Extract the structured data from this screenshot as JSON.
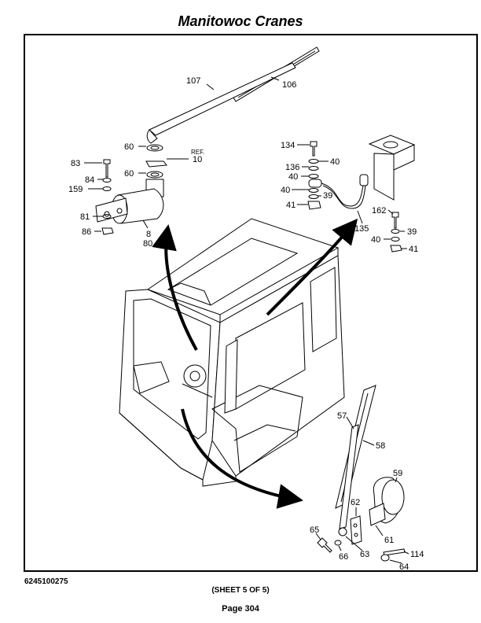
{
  "header": {
    "title": "Manitowoc Cranes"
  },
  "footer": {
    "document_number": "6245100275",
    "sheet_label": "(SHEET 5 OF 5)",
    "page_label": "Page 304"
  },
  "callouts": {
    "c107": "107",
    "c106": "106",
    "c60a": "60",
    "c60b": "60",
    "cref": "REF.",
    "c10": "10",
    "c83": "83",
    "c84": "84",
    "c159": "159",
    "c81": "81",
    "c86": "86",
    "c8": "8",
    "c80": "80",
    "c134": "134",
    "c136": "136",
    "c40a": "40",
    "c40b": "40",
    "c40c": "40",
    "c39a": "39",
    "c41a": "41",
    "c135": "135",
    "c162": "162",
    "c39b": "39",
    "c40d": "40",
    "c41b": "41",
    "c57": "57",
    "c58": "58",
    "c59": "59",
    "c62": "62",
    "c61": "61",
    "c65": "65",
    "c66": "66",
    "c63": "63",
    "c114": "114",
    "c64": "64"
  }
}
